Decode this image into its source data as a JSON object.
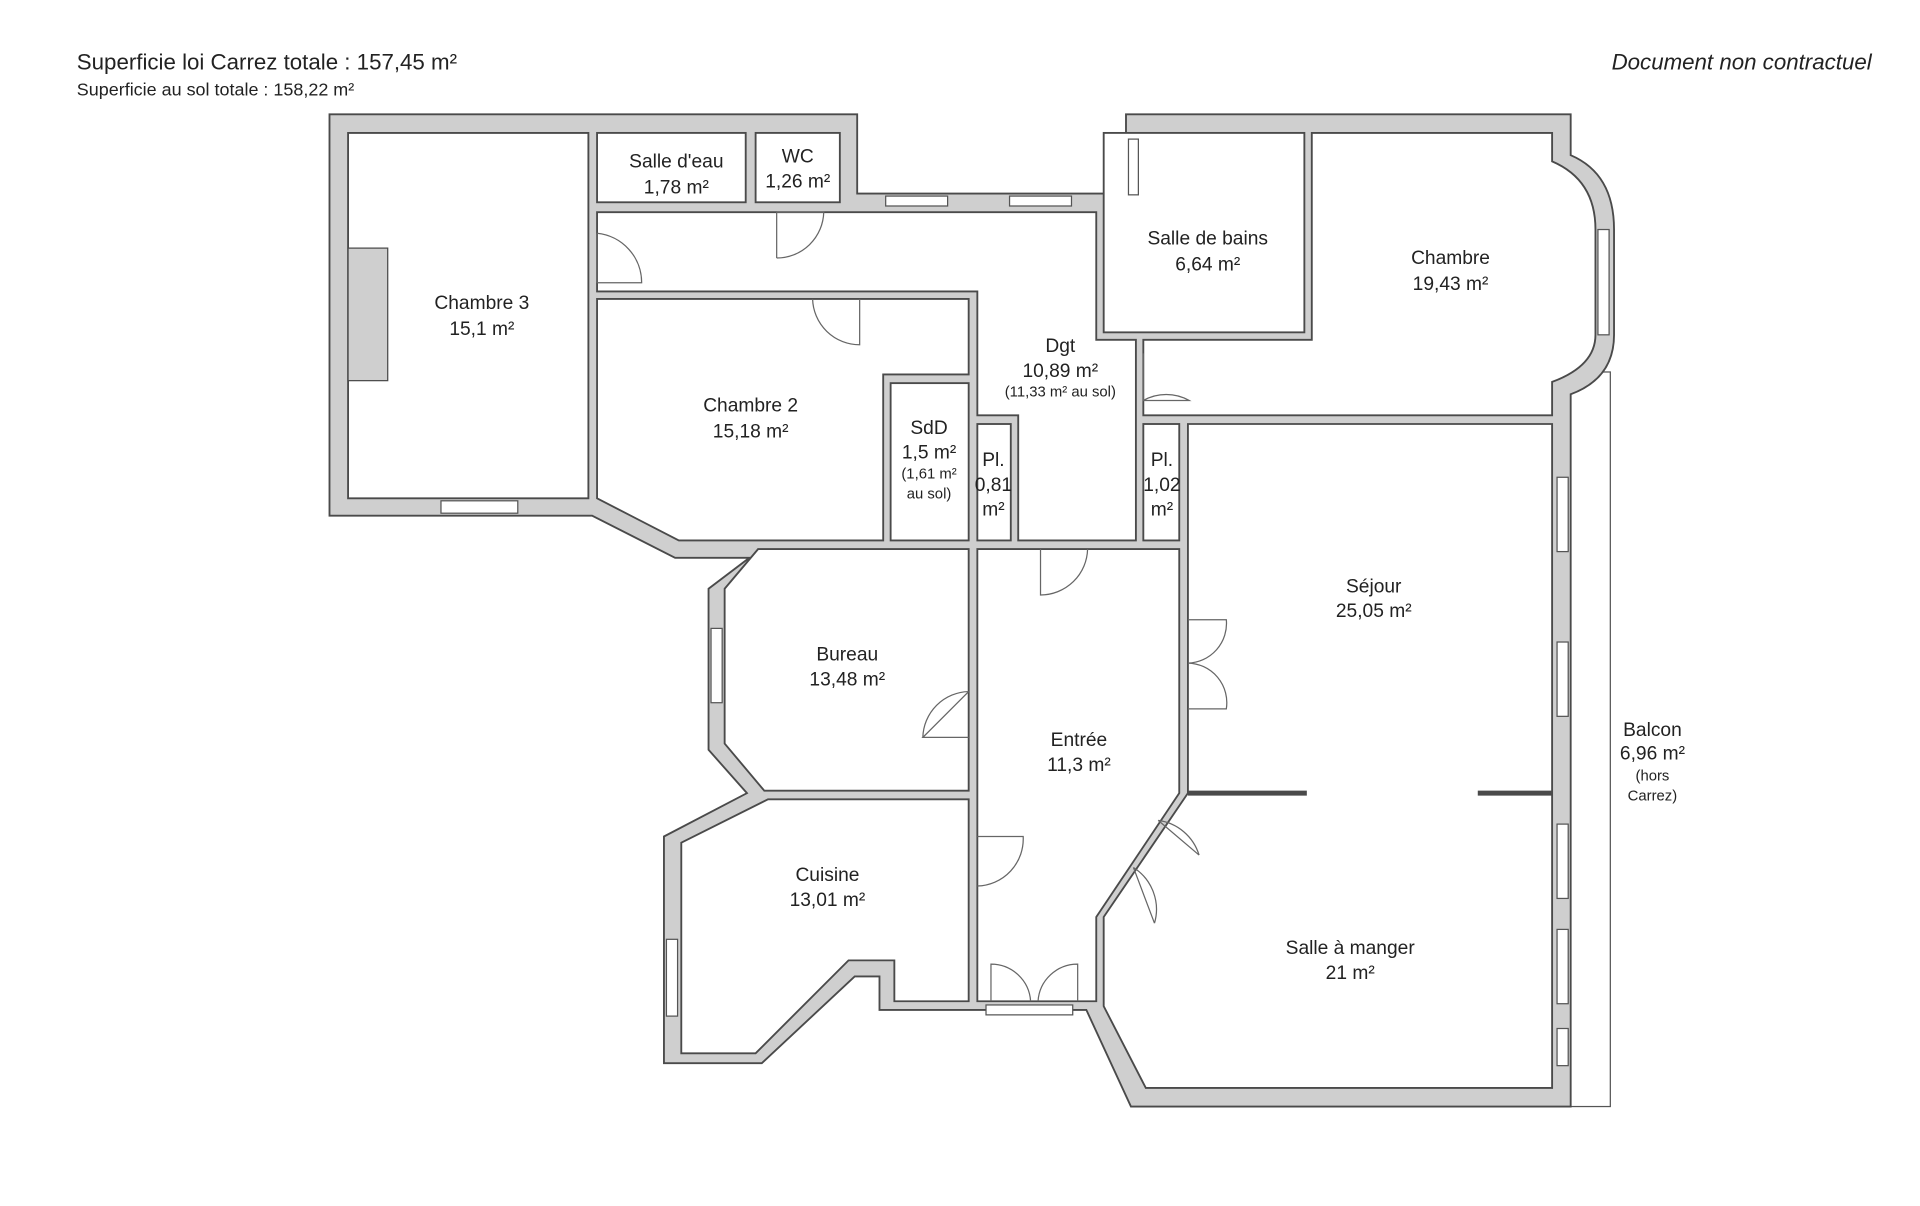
{
  "header": {
    "carrez_total": "Superficie loi Carrez totale :  157,45 m²",
    "sol_total": "Superficie au sol totale :  158,22 m²",
    "disclaimer": "Document non contractuel"
  },
  "rooms": {
    "chambre3": {
      "name": "Chambre 3",
      "area": "15,1 m²"
    },
    "salle_eau": {
      "name": "Salle d'eau",
      "area": "1,78 m²"
    },
    "wc": {
      "name": "WC",
      "area": "1,26 m²"
    },
    "chambre2": {
      "name": "Chambre 2",
      "area": "15,18 m²"
    },
    "sdd": {
      "name": "SdD",
      "area": "1,5 m²",
      "note1": "(1,61 m²",
      "note2": "au sol)"
    },
    "pl1": {
      "name": "Pl.",
      "area": "0,81",
      "unit": "m²"
    },
    "dgt": {
      "name": "Dgt",
      "area": "10,89 m²",
      "note": "(11,33 m² au sol)"
    },
    "pl2": {
      "name": "Pl.",
      "area": "1,02",
      "unit": "m²"
    },
    "salle_bains": {
      "name": "Salle de bains",
      "area": "6,64 m²"
    },
    "chambre": {
      "name": "Chambre",
      "area": "19,43 m²"
    },
    "sejour": {
      "name": "Séjour",
      "area": "25,05 m²"
    },
    "salle_manger": {
      "name": "Salle à manger",
      "area": "21 m²"
    },
    "bureau": {
      "name": "Bureau",
      "area": "13,48 m²"
    },
    "entree": {
      "name": "Entrée",
      "area": "11,3 m²"
    },
    "cuisine": {
      "name": "Cuisine",
      "area": "13,01 m²"
    },
    "balcon": {
      "name": "Balcon",
      "area": "6,96 m²",
      "note1": "(hors",
      "note2": "Carrez)"
    }
  }
}
